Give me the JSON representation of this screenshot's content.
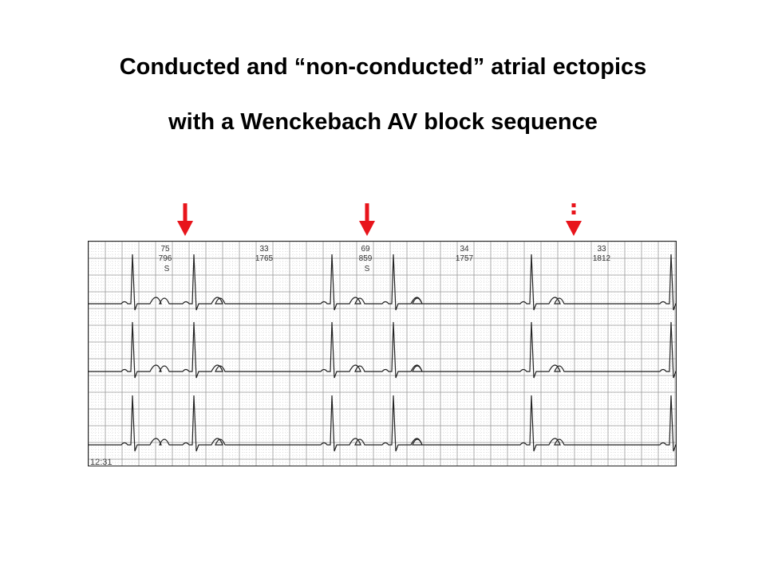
{
  "slide": {
    "title_line_1": "Conducted and “non-conducted” atrial ectopics",
    "title_line_2": "with a Wenckebach AV block sequence"
  },
  "colors": {
    "arrow": "#e8141b",
    "grid_major": "#9a9a9a",
    "grid_minor": "#cfcfcf",
    "trace": "#222222",
    "annotation": "#333333"
  },
  "arrows": [
    {
      "name": "conducted-ectopic-arrow-1",
      "style": "solid"
    },
    {
      "name": "conducted-ectopic-arrow-2",
      "style": "solid"
    },
    {
      "name": "non-conducted-ectopic-arrow",
      "style": "dotted"
    }
  ],
  "ecg": {
    "annotations": [
      {
        "lines": [
          "75",
          "796",
          "S"
        ]
      },
      {
        "lines": [
          "33",
          "1765"
        ]
      },
      {
        "lines": [
          "69",
          "859",
          "S"
        ]
      },
      {
        "lines": [
          "34",
          "1757"
        ]
      },
      {
        "lines": [
          "33",
          "1812"
        ]
      }
    ],
    "timestamp": "12:31"
  }
}
